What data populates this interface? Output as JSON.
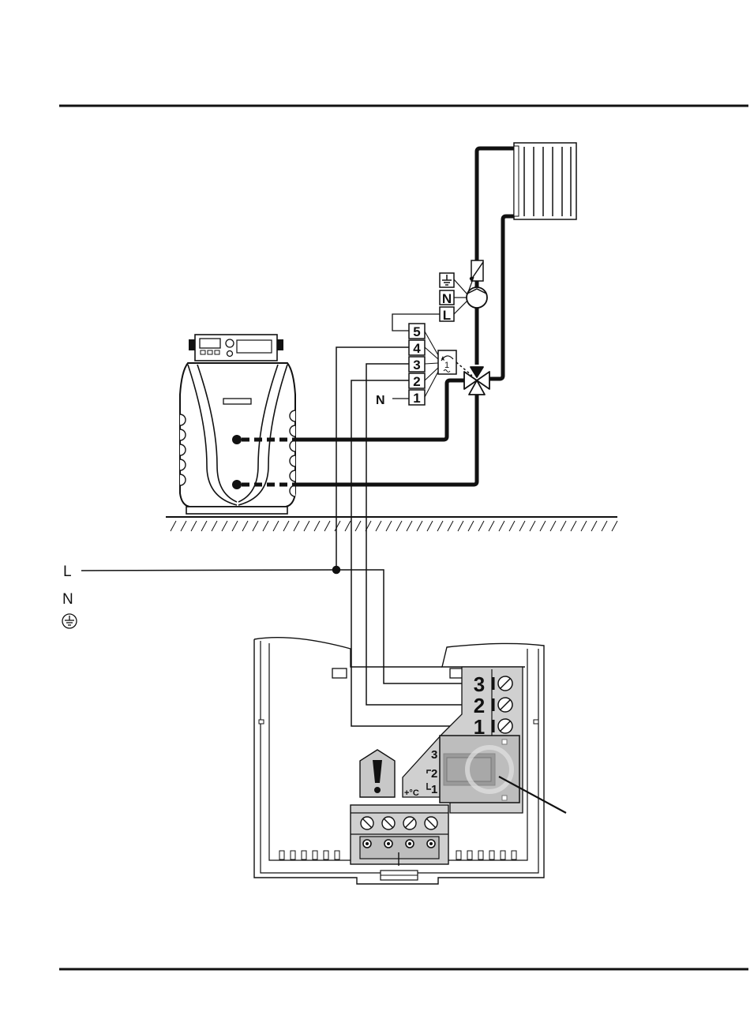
{
  "colors": {
    "line": "#111111",
    "panel_fill": "#d0d0d0",
    "relay_fill": "#bdbdbd",
    "white": "#ffffff"
  },
  "mains": {
    "live_label": "L",
    "neutral_label": "N",
    "earth_symbol": "earth-icon"
  },
  "valve_terminals": {
    "t5": "5",
    "t4": "4",
    "t3": "3",
    "t2": "2",
    "t1": "1",
    "neutral_label": "N"
  },
  "pump_terminals": {
    "earth_symbol": "earth-icon",
    "neutral": "N",
    "live": "L"
  },
  "actuator": {
    "position_number": "1"
  },
  "controller_terminals": {
    "t3": "3",
    "t2": "2",
    "t1": "1"
  },
  "relay": {
    "pin3": "3",
    "pin2": "2",
    "pin1": "1",
    "temp_symbol": "+°C"
  }
}
